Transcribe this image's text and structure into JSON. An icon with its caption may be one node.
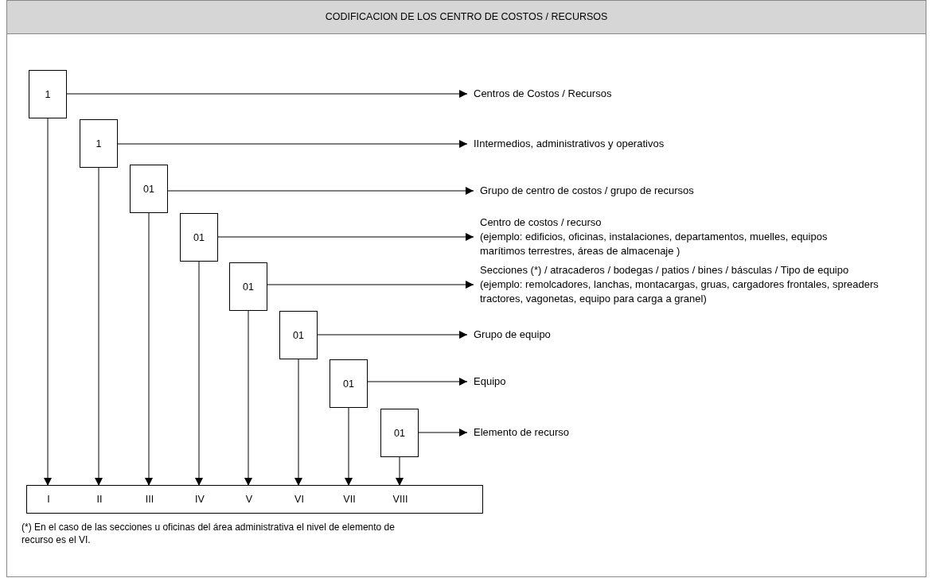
{
  "diagram": {
    "title": "CODIFICACION DE LOS CENTRO DE COSTOS / RECURSOS",
    "nodes": [
      {
        "text": [
          "1"
        ]
      },
      {
        "text": [
          "1"
        ]
      },
      {
        "text": [
          "01"
        ]
      },
      {
        "text": [
          "01"
        ]
      },
      {
        "text": [
          "01"
        ]
      },
      {
        "text": [
          "01"
        ]
      },
      {
        "text": [
          "01"
        ]
      },
      {
        "text": [
          "01"
        ]
      },
      {
        "text": [
          "Centros de Costos /  Recursos"
        ]
      },
      {
        "text": [
          "IIntermedios, administrativos y operativos"
        ]
      },
      {
        "text": [
          "Grupo de centro de costos / grupo de recursos"
        ]
      },
      {
        "text": [
          "Centro de costos / recurso",
          "(ejemplo: edificios, oficinas, instalaciones, departamentos, muelles, equipos marítimos terrestres, áreas de almacenaje )"
        ]
      },
      {
        "text": [
          "Secciones (*)  / atracaderos / bodegas / patios / bines / básculas / Tipo de equipo",
          "(ejemplo: remolcadores, lanchas, montacargas, gruas, cargadores frontales, spreaders tractores, vagonetas, equipo para carga a granel)"
        ]
      },
      {
        "text": [
          "Grupo de equipo"
        ]
      },
      {
        "text": [
          "Equipo"
        ]
      },
      {
        "text": [
          "Elemento de recurso"
        ]
      },
      {
        "text": [],
        "shape": "box"
      },
      {
        "text": [
          "I"
        ],
        "in": 16
      },
      {
        "text": [
          "II"
        ],
        "in": 16
      },
      {
        "text": [
          "III"
        ],
        "in": 16
      },
      {
        "text": [
          "IV"
        ],
        "in": 16
      },
      {
        "text": [
          "V"
        ],
        "in": 16
      },
      {
        "text": [
          "VI"
        ],
        "in": 16
      },
      {
        "text": [
          "VII"
        ],
        "in": 16
      },
      {
        "text": [
          "VIII"
        ],
        "in": 16
      }
    ],
    "edges": [
      {
        "from": 0,
        "to": 8,
        "arrow": "to"
      },
      {
        "from": 1,
        "to": 9,
        "arrow": "to"
      },
      {
        "from": 2,
        "to": 10,
        "arrow": "to"
      },
      {
        "from": 3,
        "to": 11,
        "arrow": "to"
      },
      {
        "from": 4,
        "to": 12,
        "arrow": "to"
      },
      {
        "from": 5,
        "to": 13,
        "arrow": "to"
      },
      {
        "from": 6,
        "to": 14,
        "arrow": "to"
      },
      {
        "from": 7,
        "to": 15,
        "arrow": "to"
      },
      {
        "from": 0,
        "to": 17,
        "arrow": "to"
      },
      {
        "from": 1,
        "to": 18,
        "arrow": "to"
      },
      {
        "from": 2,
        "to": 19,
        "arrow": "to"
      },
      {
        "from": 3,
        "to": 20,
        "arrow": "to"
      },
      {
        "from": 4,
        "to": 21,
        "arrow": "to"
      },
      {
        "from": 5,
        "to": 22,
        "arrow": "to"
      },
      {
        "from": 6,
        "to": 23,
        "arrow": "to"
      },
      {
        "from": 7,
        "to": 24,
        "arrow": "to"
      }
    ],
    "labels": [
      "(*) En el caso de las secciones u oficinas del área administrativa el nivel de elemento de recurso es el VI."
    ]
  }
}
